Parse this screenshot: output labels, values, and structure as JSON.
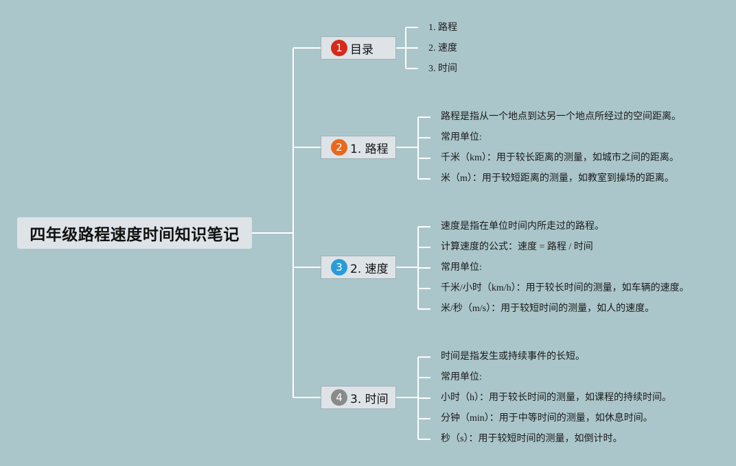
{
  "root": {
    "title": "四年级路程速度时间知识笔记"
  },
  "branches": [
    {
      "number": "1",
      "label": "目录",
      "badge_color": "#d62a1a",
      "items": [
        "1. 路程",
        "2. 速度",
        "3. 时间"
      ]
    },
    {
      "number": "2",
      "label": "1. 路程",
      "badge_color": "#e8681c",
      "items": [
        "路程是指从一个地点到达另一个地点所经过的空间距离。",
        "常用单位:",
        "千米（km）：用于较长距离的测量，如城市之间的距离。",
        "米（m）：用于较短距离的测量，如教室到操场的距离。"
      ]
    },
    {
      "number": "3",
      "label": "2. 速度",
      "badge_color": "#2b9ad8",
      "items": [
        "速度是指在单位时间内所走过的路程。",
        "计算速度的公式：速度 = 路程 / 时间",
        "常用单位:",
        "千米/小时（km/h）：用于较长时间的测量，如车辆的速度。",
        "米/秒（m/s）：用于较短时间的测量，如人的速度。"
      ]
    },
    {
      "number": "4",
      "label": "3. 时间",
      "badge_color": "#8a8a8a",
      "items": [
        "时间是指发生或持续事件的长短。",
        "常用单位:",
        "小时（h）：用于较长时间的测量，如课程的持续时间。",
        "分钟（min）：用于中等时间的测量，如休息时间。",
        "秒（s）：用于较短时间的测量，如倒计时。"
      ]
    }
  ],
  "colors": {
    "background": "#abc6ca",
    "connector": "#ffffff"
  }
}
